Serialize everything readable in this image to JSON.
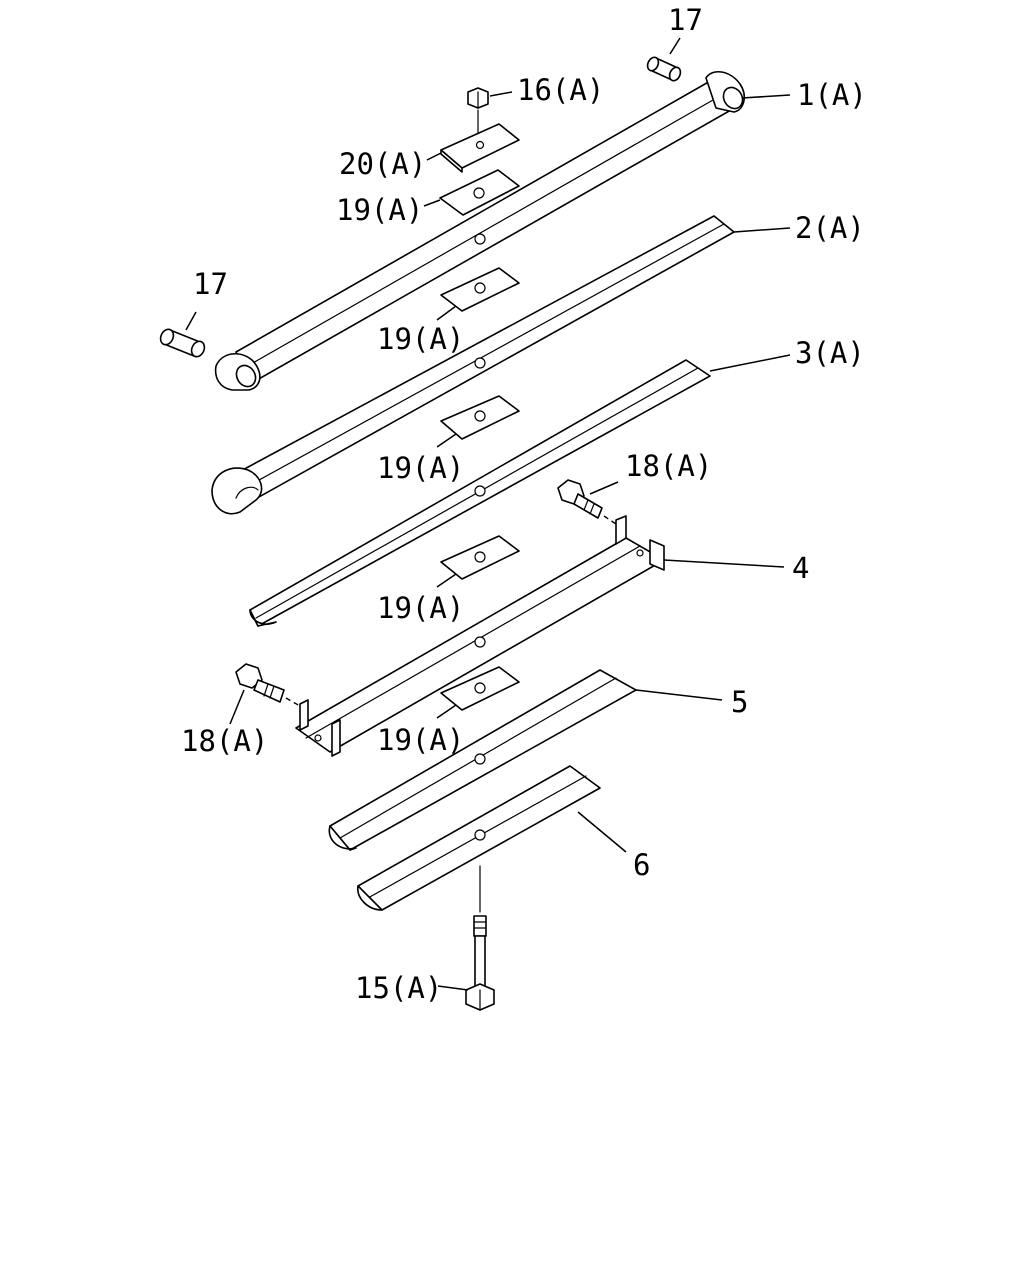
{
  "callouts": {
    "c17_top": "17",
    "c1": "1(A)",
    "c16": "16(A)",
    "c20": "20(A)",
    "c19_a": "19(A)",
    "c17_left": "17",
    "c2": "2(A)",
    "c19_b": "19(A)",
    "c3": "3(A)",
    "c19_c": "19(A)",
    "c18_right": "18(A)",
    "c4": "4",
    "c19_d": "19(A)",
    "c18_left": "18(A)",
    "c5": "5",
    "c19_e": "19(A)",
    "c6": "6",
    "c15": "15(A)"
  }
}
